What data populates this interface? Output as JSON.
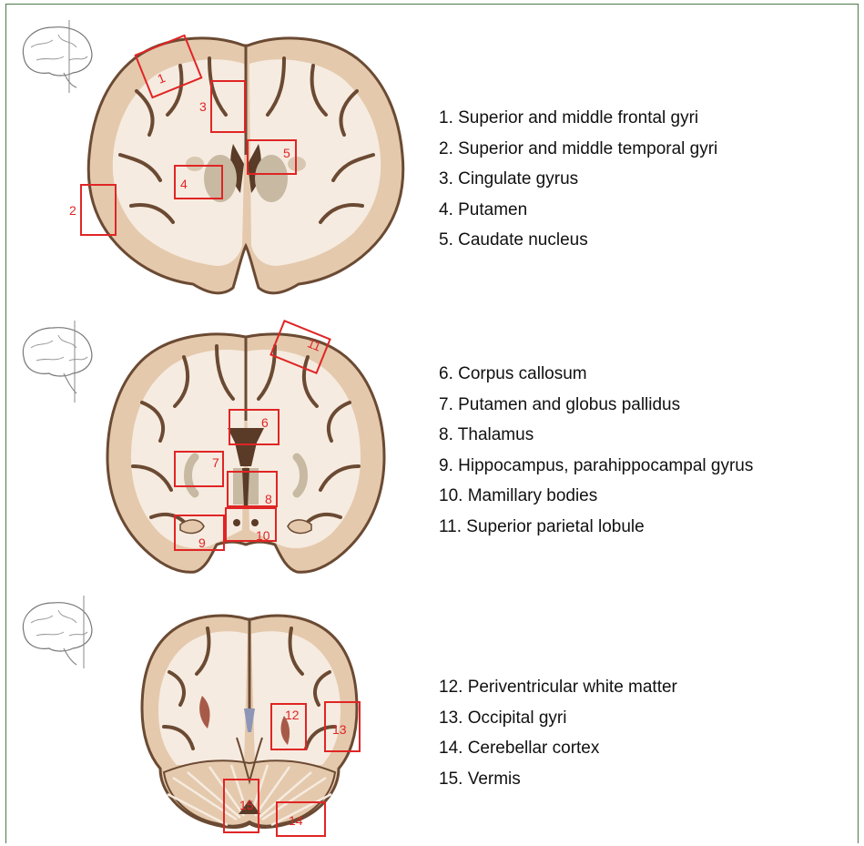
{
  "sections": [
    {
      "labels": [
        "1. Superior and middle frontal gyri",
        "2. Superior and middle temporal gyri",
        "3. Cingulate gyrus",
        "4. Putamen",
        "5. Caudate nucleus"
      ],
      "markers": [
        "1",
        "2",
        "3",
        "4",
        "5"
      ]
    },
    {
      "labels": [
        "6. Corpus callosum",
        "7. Putamen and globus pallidus",
        "8. Thalamus",
        "9. Hippocampus, parahippocampal gyrus",
        "10. Mamillary bodies",
        "11. Superior parietal lobule"
      ],
      "markers": [
        "6",
        "7",
        "8",
        "9",
        "10",
        "11"
      ]
    },
    {
      "labels": [
        "12. Periventricular white matter",
        "13. Occipital gyri",
        "14. Cerebellar cortex",
        "15. Vermis"
      ],
      "markers": [
        "12",
        "13",
        "14",
        "15"
      ]
    }
  ],
  "colors": {
    "gray_matter": "#e4c9ad",
    "white_matter": "#f6ebe0",
    "outline": "#6b4a33",
    "deep_nuclei": "#c7b9a2",
    "ventricle": "#5a3b28",
    "marker": "#e02525",
    "frame": "#4a7a4a"
  },
  "icons": [
    "brain-thumbnail-icon"
  ]
}
